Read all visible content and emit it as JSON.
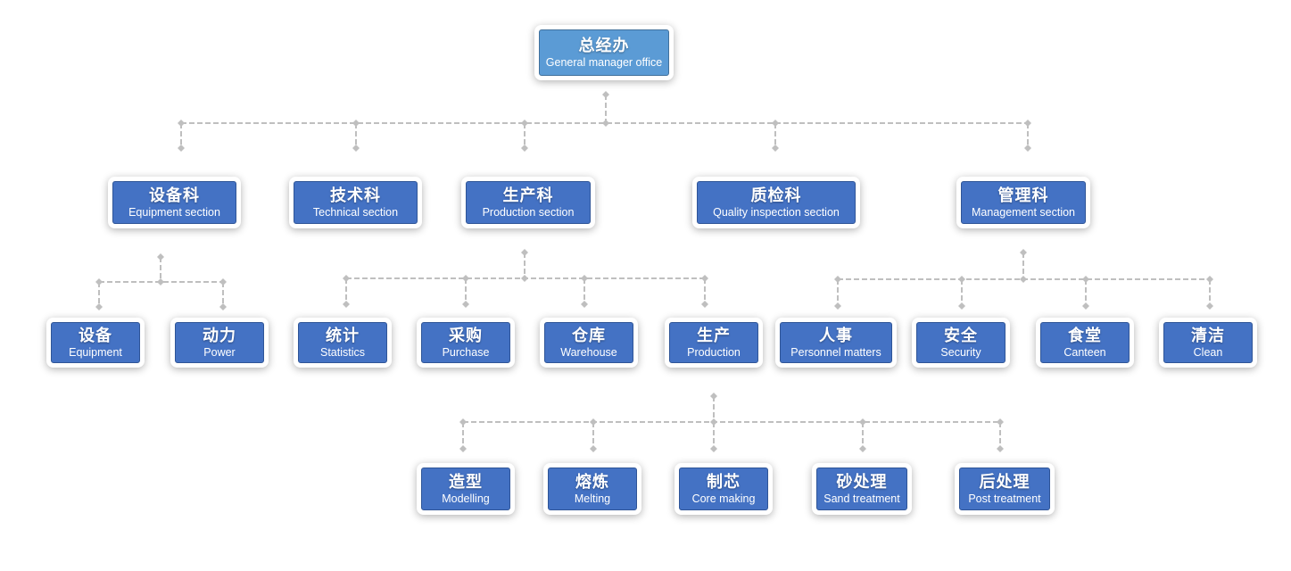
{
  "org_chart": {
    "root": {
      "zh": "总经办",
      "en": "General manager office"
    },
    "sections": {
      "equipment": {
        "zh": "设备科",
        "en": "Equipment section"
      },
      "technical": {
        "zh": "技术科",
        "en": "Technical section"
      },
      "production": {
        "zh": "生产科",
        "en": "Production section"
      },
      "quality": {
        "zh": "质检科",
        "en": "Quality inspection section"
      },
      "management": {
        "zh": "管理科",
        "en": "Management section"
      }
    },
    "units": {
      "equipment": {
        "zh": "设备",
        "en": "Equipment"
      },
      "power": {
        "zh": "动力",
        "en": "Power"
      },
      "statistics": {
        "zh": "统计",
        "en": "Statistics"
      },
      "purchase": {
        "zh": "采购",
        "en": "Purchase"
      },
      "warehouse": {
        "zh": "仓库",
        "en": "Warehouse"
      },
      "production": {
        "zh": "生产",
        "en": "Production"
      },
      "personnel": {
        "zh": "人事",
        "en": "Personnel matters"
      },
      "security": {
        "zh": "安全",
        "en": "Security"
      },
      "canteen": {
        "zh": "食堂",
        "en": "Canteen"
      },
      "clean": {
        "zh": "清洁",
        "en": "Clean"
      }
    },
    "processes": {
      "modelling": {
        "zh": "造型",
        "en": "Modelling"
      },
      "melting": {
        "zh": "熔炼",
        "en": "Melting"
      },
      "core": {
        "zh": "制芯",
        "en": "Core making"
      },
      "sand": {
        "zh": "砂处理",
        "en": "Sand treatment"
      },
      "post": {
        "zh": "后处理",
        "en": "Post treatment"
      }
    },
    "colors": {
      "root_fill": "#5b9bd5",
      "node_fill": "#4472c4",
      "node_border": "#2f5597",
      "connector": "#bfbfbf",
      "text": "#ffffff"
    }
  }
}
